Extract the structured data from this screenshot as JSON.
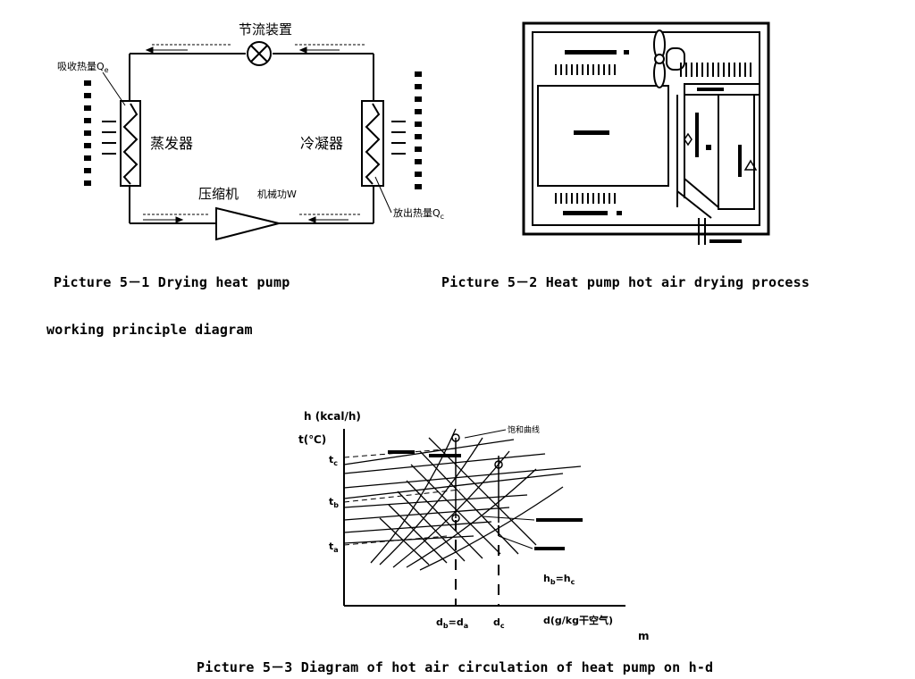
{
  "figure1": {
    "throttle_label": "节流装置",
    "evaporator_label": "蒸发器",
    "condenser_label": "冷凝器",
    "compressor_label": "压缩机",
    "mechanical_work_label": "机械功W",
    "absorb_heat_label": "吸收热量Q",
    "release_heat_label": "放出热量Q",
    "subscript_e": "e",
    "subscript_c": "c"
  },
  "figure3": {
    "y_label_h": "h (kcal/h)",
    "y_label_t": "t(℃)",
    "x_label": "d(g/kg干空气)",
    "x_tick_1": "d",
    "x_tick_1_sub": "b",
    "x_tick_1_eq": "=d",
    "x_tick_1_sub2": "a",
    "x_tick_2": "d",
    "x_tick_2_sub": "c",
    "relation_label": "h",
    "relation_label_sub": "b",
    "relation_eq": "=h",
    "relation_eq_sub": "c",
    "saturation_label": "饱和曲线",
    "t_tick_c": "t",
    "t_tick_c_sub": "c",
    "t_tick_b": "t",
    "t_tick_b_sub": "b",
    "t_tick_a": "t",
    "t_tick_a_sub": "a",
    "stray_m": "m"
  },
  "captions": {
    "fig1_line1": "Picture 5－1  Drying heat pump",
    "fig1_line2": "working principle diagram",
    "fig2": "Picture 5－2  Heat pump hot air drying process",
    "fig3": "Picture 5－3  Diagram of hot air circulation of heat pump on h-d"
  }
}
